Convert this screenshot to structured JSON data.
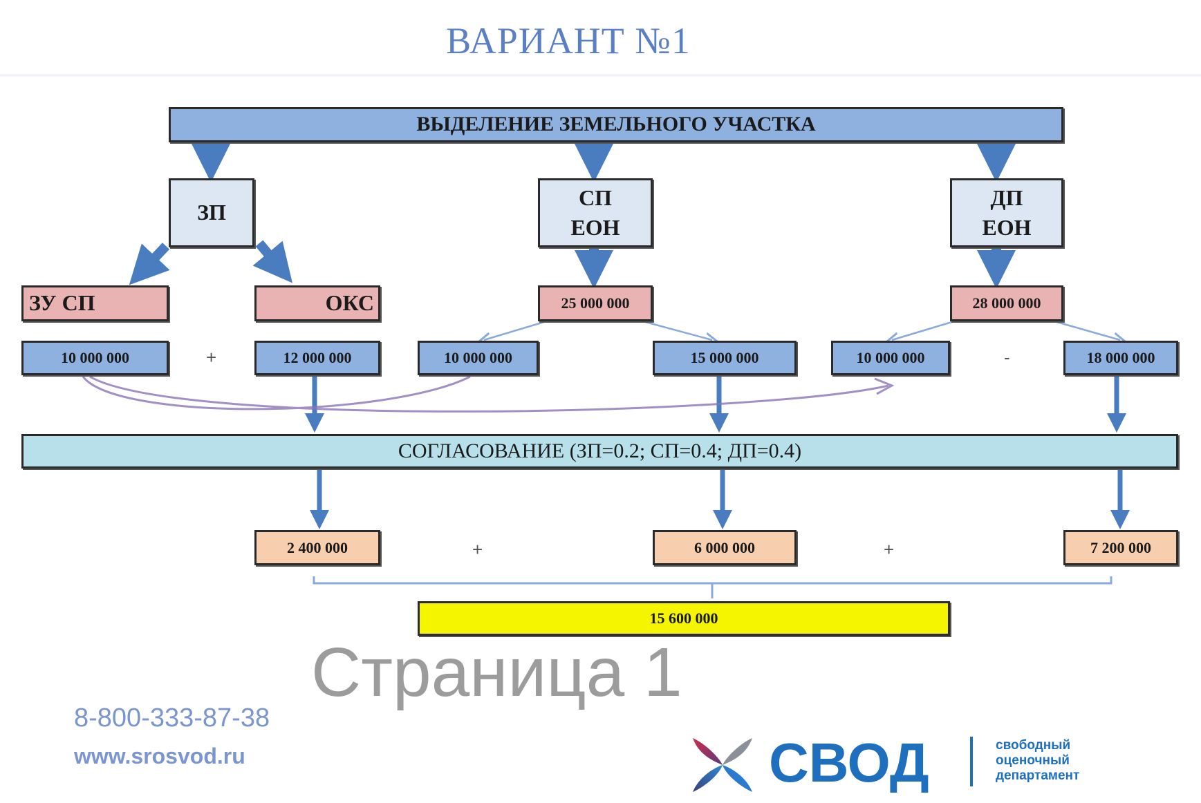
{
  "title": "ВАРИАНТ №1",
  "top_bar": "ВЫДЕЛЕНИЕ ЗЕМЕЛЬНОГО УЧАСТКА",
  "approaches": [
    {
      "line1": "ЗП",
      "line2": ""
    },
    {
      "line1": "СП",
      "line2": "ЕОН"
    },
    {
      "line1": "ДП",
      "line2": "ЕОН"
    }
  ],
  "level2": [
    "ЗУ СП",
    "ОКС",
    "25 000 000",
    "28 000 000"
  ],
  "level3": [
    "10 000 000",
    "12 000 000",
    "10 000 000",
    "15 000 000",
    "10 000 000",
    "18 000 000"
  ],
  "signs": {
    "plus": "+",
    "minus": "-"
  },
  "reconcile": "СОГЛАСОВАНИЕ (ЗП=0.2; СП=0.4; ДП=0.4)",
  "weighted": [
    "2 400 000",
    "6 000 000",
    "7 200 000"
  ],
  "total": "15 600 000",
  "watermark": "Страница 1",
  "footer": {
    "phone": "8-800-333-87-38",
    "site": "www.srosvod.ru",
    "logo_name": "СВОД",
    "logo_tagline": [
      "свободный",
      "оценочный",
      "департамент"
    ]
  },
  "colors": {
    "title": "#5b7fc4",
    "bar": "#8fb1e0",
    "arrow": "#4a7cc0",
    "total": "#f5f500"
  }
}
